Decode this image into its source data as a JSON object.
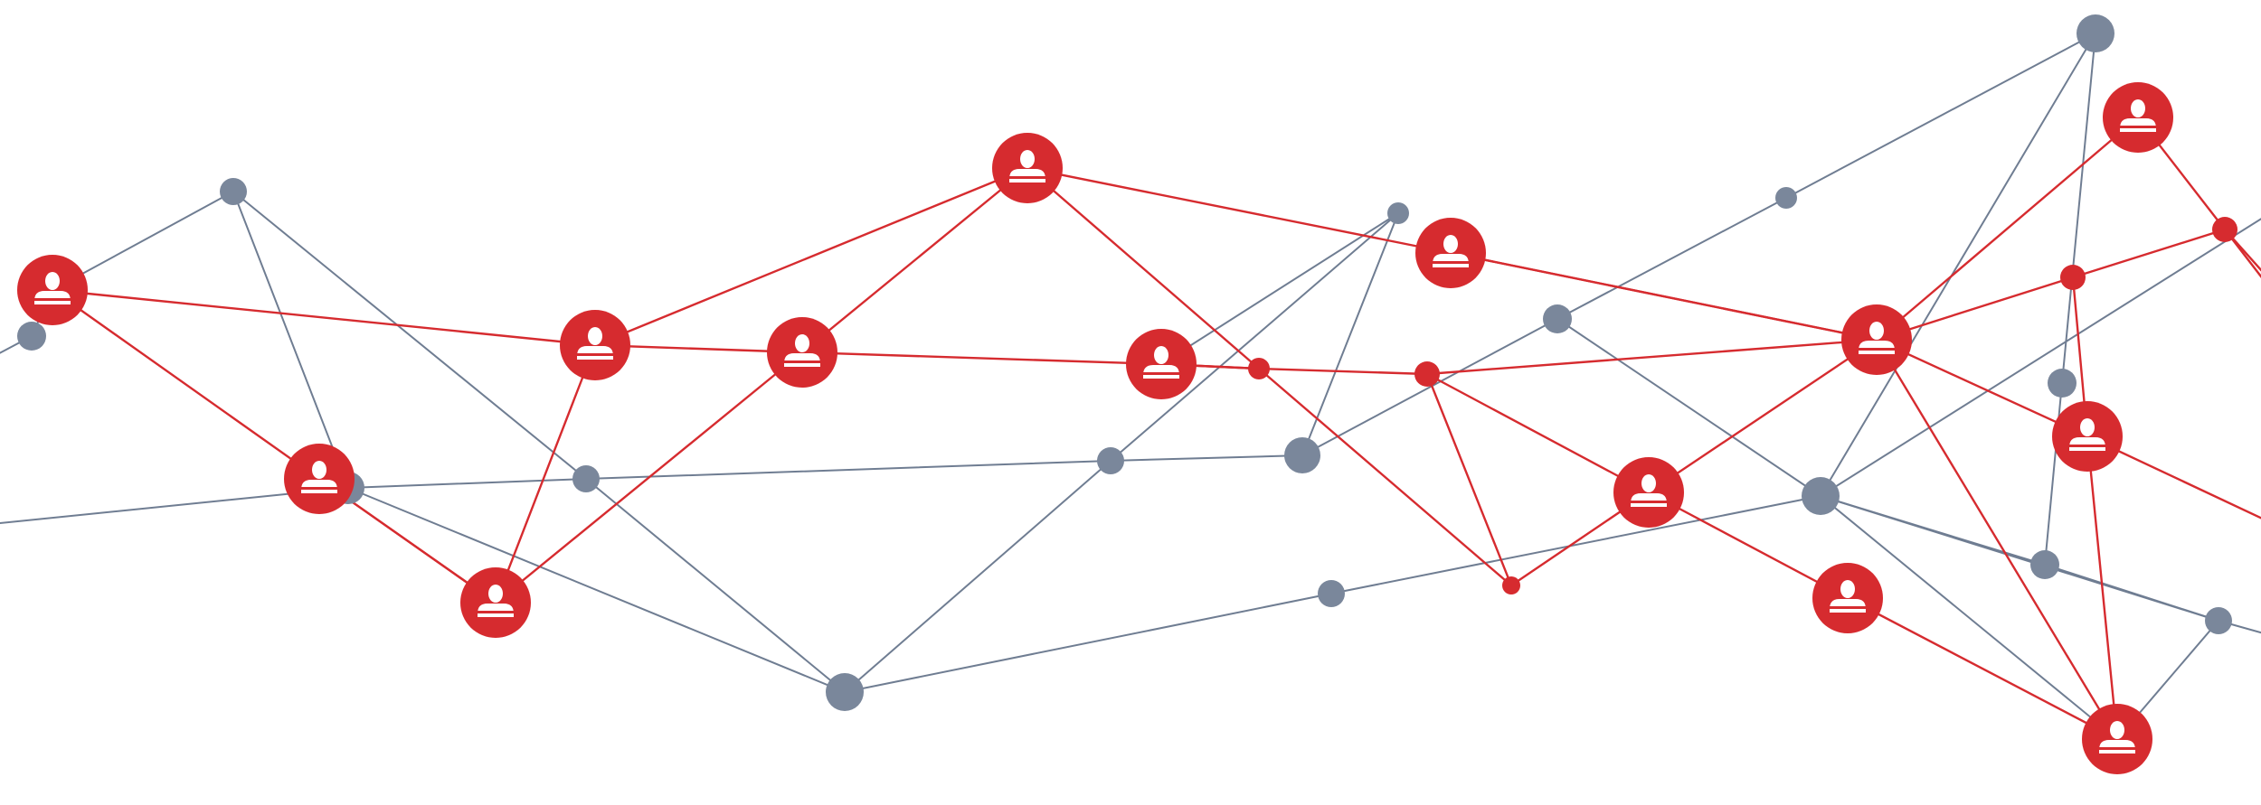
{
  "diagram": {
    "kind": "network graph",
    "colors": {
      "background": "#ffffff",
      "gray_node": "#7a879b",
      "gray_edge": "#6f7d92",
      "red_node": "#d62b2f",
      "red_edge": "#d62b2f",
      "icon_fill": "#ffffff"
    },
    "icon_name": "user-icon",
    "node_types": {
      "gray": "gray-node",
      "red": "red-node",
      "user": "user-avatar-node"
    },
    "edge_types": {
      "gray": "gray-connection",
      "red": "red-connection"
    }
  }
}
